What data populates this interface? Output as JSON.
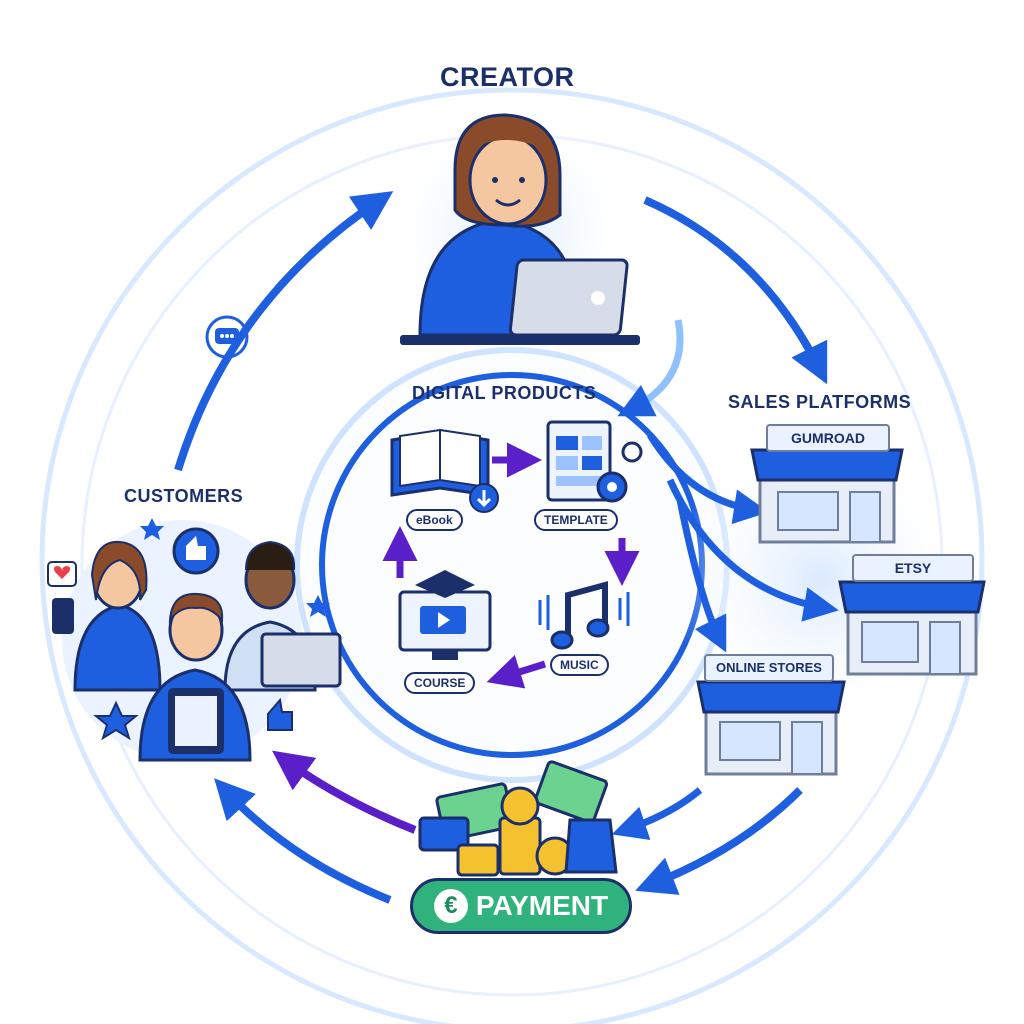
{
  "nodes": {
    "creator": "CREATOR",
    "digital_products": "DIGITAL PRODUCTS",
    "sales_platforms": "SALES PLATFORMS",
    "customers": "CUSTOMERS",
    "payment": "PAYMENT"
  },
  "products": {
    "ebook": "eBook",
    "template": "TEMPLATE",
    "music": "MUSIC",
    "course": "COURSE"
  },
  "stores": {
    "gumroad": "GUMROAD",
    "etsy": "ETSY",
    "online": "ONLINE STORES"
  },
  "icons": {
    "currency": "€",
    "feedback_loop": "refresh-chat-icon"
  },
  "colors": {
    "primary_blue": "#1e5fe0",
    "navy": "#1b2f6b",
    "purple": "#5b1fc9",
    "light_ring": "#cfe3ff",
    "payment_green": "#2fb27c"
  }
}
